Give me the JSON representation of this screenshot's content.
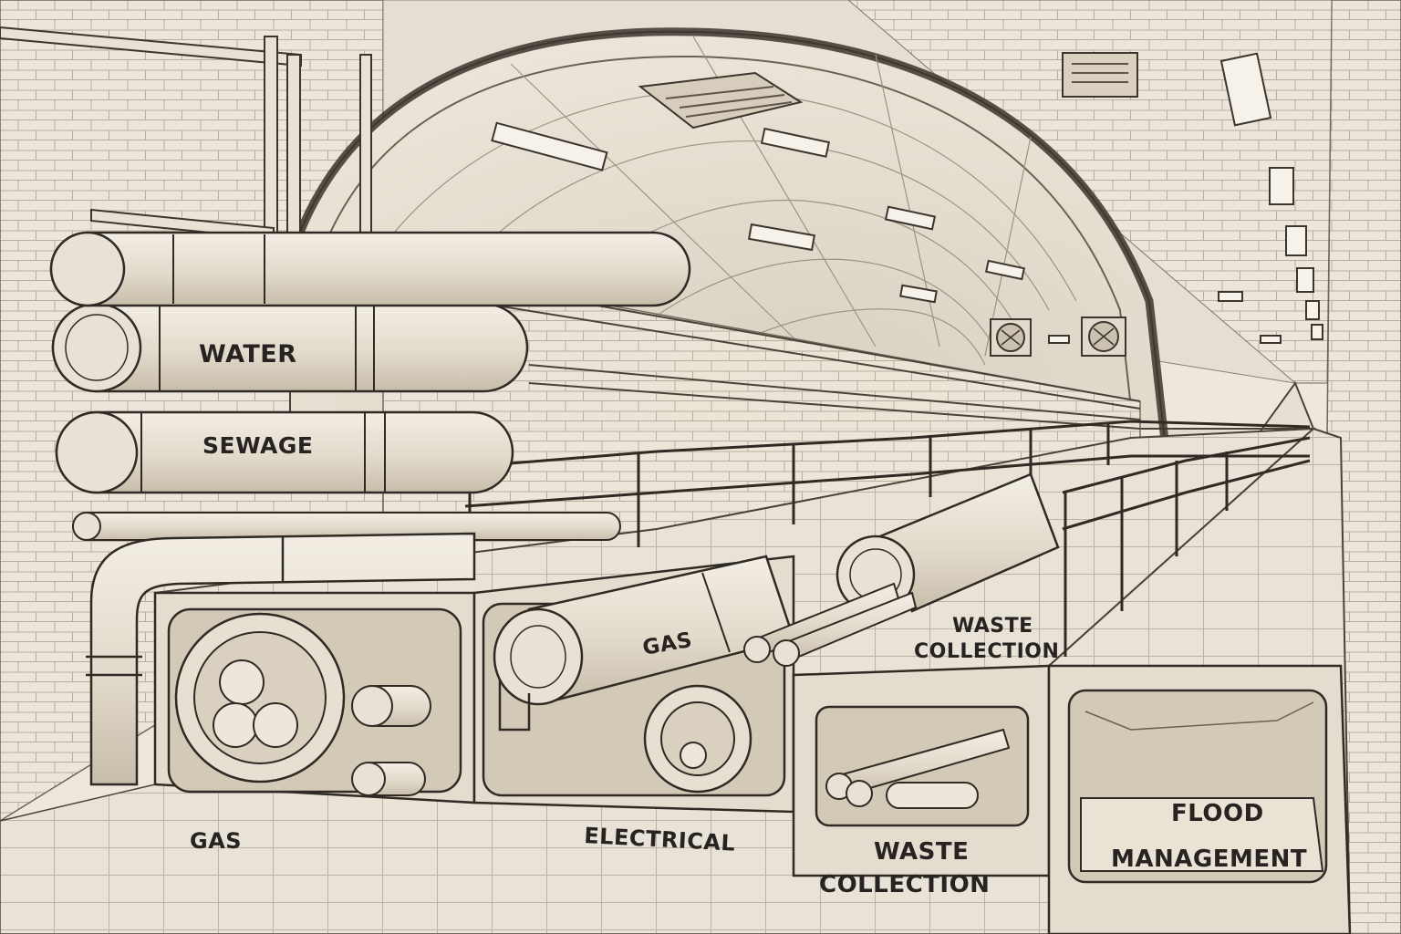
{
  "labels": {
    "water": "WATER",
    "sewage": "SEWAGE",
    "gas_left": "GAS",
    "gas_pipe": "GAS",
    "electrical": "ELECTRICAL",
    "waste_upper_line1": "WASTE",
    "waste_upper_line2": "COLLECTION",
    "waste_lower_line1": "WASTE",
    "waste_lower_line2": "COLLECTION",
    "flood_line1": "FLOOD",
    "flood_line2": "MANAGEMENT"
  },
  "colors": {
    "paper": "#ede7dc",
    "ink": "#3b352d",
    "pipe_fill": "#e6dfd2",
    "shadow": "#c9bfae"
  }
}
